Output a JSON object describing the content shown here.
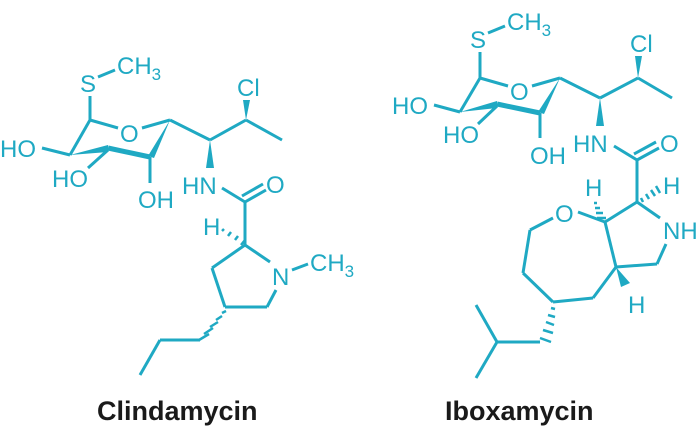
{
  "figure": {
    "type": "chemical-structure-comparison",
    "accent_color": "#1fa9c3",
    "label_color": "#1a1a1a",
    "molecules": [
      {
        "name": "Clindamycin",
        "atoms": {
          "s": "S",
          "ch3_top": "CH",
          "ch3_top_sub": "3",
          "cl": "Cl",
          "ring_o": "O",
          "ho1": "HO",
          "ho2": "HO",
          "oh": "OH",
          "hn": "HN",
          "carbonyl_o": "O",
          "h": "H",
          "n": "N",
          "nch3": "CH",
          "nch3_sub": "3"
        }
      },
      {
        "name": "Iboxamycin",
        "atoms": {
          "s": "S",
          "ch3_top": "CH",
          "ch3_top_sub": "3",
          "cl": "Cl",
          "ring_o": "O",
          "ho1": "HO",
          "ho2": "HO",
          "oh": "OH",
          "hn": "HN",
          "carbonyl_o": "O",
          "h_alpha": "H",
          "nh": "NH",
          "h_top": "H",
          "oxepane_o": "O",
          "h_bottom": "H"
        }
      }
    ]
  }
}
